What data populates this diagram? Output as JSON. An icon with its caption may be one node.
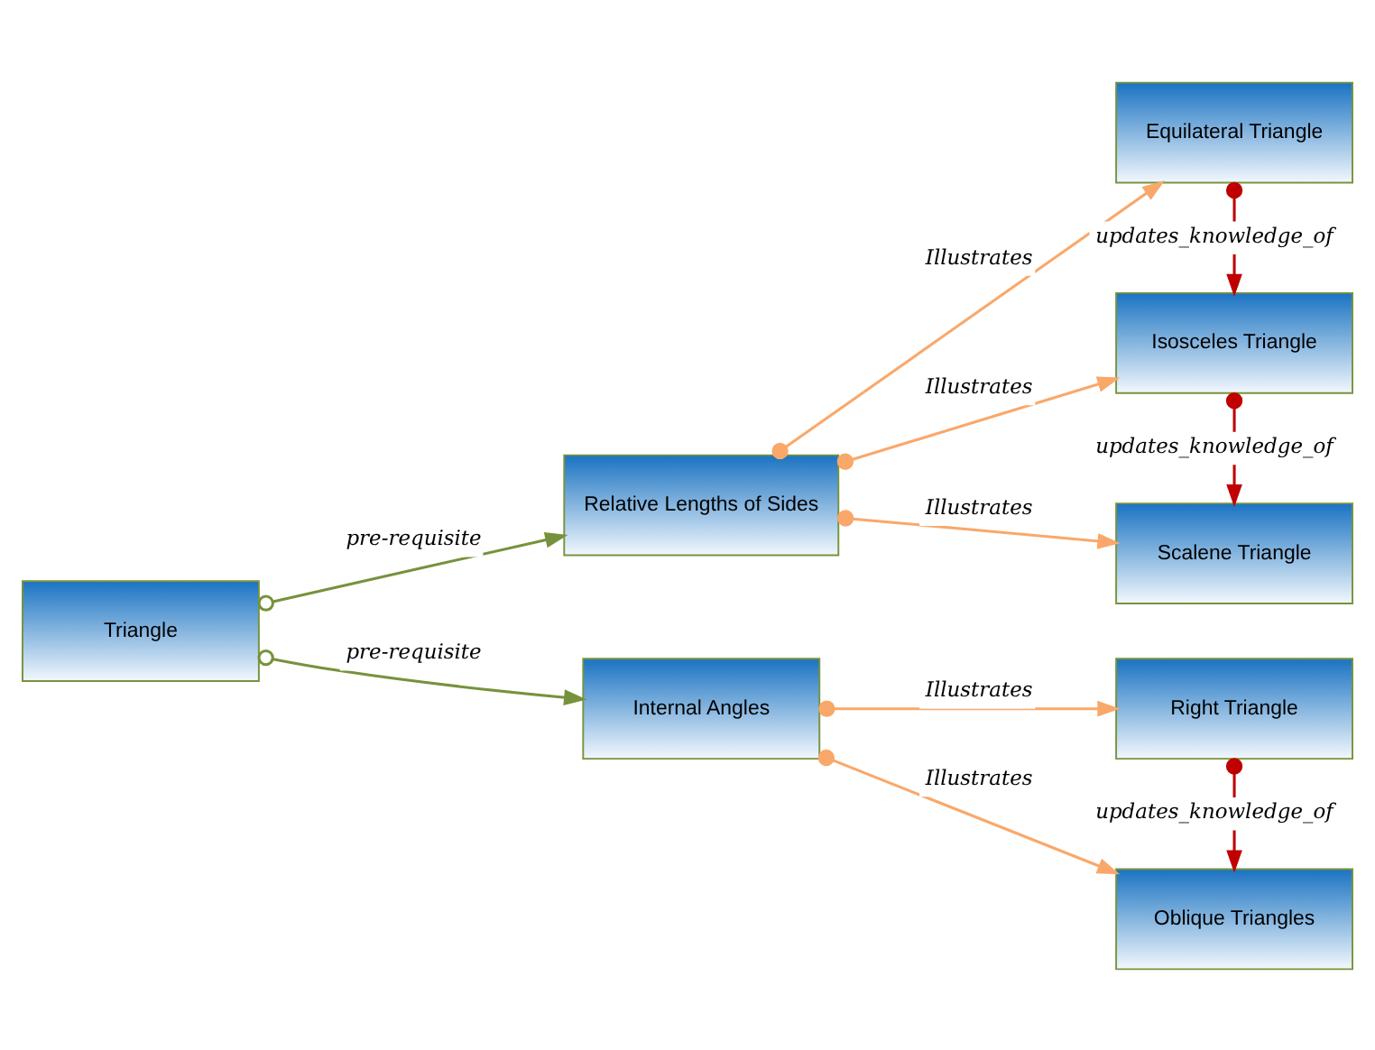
{
  "diagram": {
    "nodes": [
      {
        "text": [
          "Triangle"
        ]
      },
      {
        "text": [
          "Relative Lengths of Sides"
        ]
      },
      {
        "text": [
          "Internal Angles"
        ]
      },
      {
        "text": [
          "Equilateral Triangle"
        ]
      },
      {
        "text": [
          "Isosceles Triangle"
        ]
      },
      {
        "text": [
          "Scalene Triangle"
        ]
      },
      {
        "text": [
          "Right Triangle"
        ]
      },
      {
        "text": [
          "Oblique Triangles"
        ]
      }
    ],
    "edges": [
      {
        "from": 0,
        "to": 1,
        "arrow": "to",
        "label": "pre-requisite",
        "color": "#76923c"
      },
      {
        "from": 0,
        "to": 2,
        "arrow": "to",
        "label": "pre-requisite",
        "color": "#76923c"
      },
      {
        "from": 1,
        "to": 3,
        "arrow": "to",
        "label": "Illustrates"
      },
      {
        "from": 1,
        "to": 4,
        "arrow": "to",
        "label": "Illustrates"
      },
      {
        "from": 1,
        "to": 5,
        "arrow": "to",
        "label": "Illustrates"
      },
      {
        "from": 3,
        "to": 4,
        "arrow": "to",
        "label": "updates_knowledge_of",
        "color": "#c00000"
      },
      {
        "from": 4,
        "to": 5,
        "arrow": "to",
        "label": "updates_knowledge_of",
        "color": "#c00000"
      },
      {
        "from": 2,
        "to": 6,
        "arrow": "to",
        "label": "Illustrates"
      },
      {
        "from": 2,
        "to": 7,
        "arrow": "to",
        "label": "Illustrates"
      },
      {
        "from": 6,
        "to": 7,
        "arrow": "to",
        "label": "updates_knowledge_of",
        "color": "#c00000"
      }
    ]
  }
}
